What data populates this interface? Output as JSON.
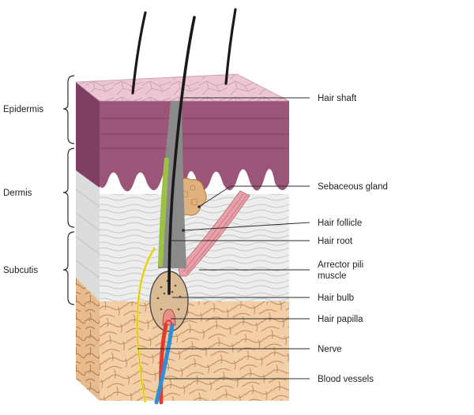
{
  "layers": [
    {
      "id": "epidermis",
      "label": "Epidermis"
    },
    {
      "id": "dermis",
      "label": "Dermis"
    },
    {
      "id": "subcutis",
      "label": "Subcutis"
    }
  ],
  "callouts": [
    {
      "id": "hair-shaft",
      "lines": [
        "Hair shaft"
      ]
    },
    {
      "id": "sebaceous-gland",
      "lines": [
        "Sebaceous gland"
      ]
    },
    {
      "id": "hair-follicle",
      "lines": [
        "Hair follicle"
      ]
    },
    {
      "id": "hair-root",
      "lines": [
        "Hair root"
      ]
    },
    {
      "id": "arrector-pili-muscle",
      "lines": [
        "Arrector pili",
        "muscle"
      ]
    },
    {
      "id": "hair-bulb",
      "lines": [
        "Hair bulb"
      ]
    },
    {
      "id": "hair-papilla",
      "lines": [
        "Hair papilla"
      ]
    },
    {
      "id": "nerve",
      "lines": [
        "Nerve"
      ]
    },
    {
      "id": "blood-vessels",
      "lines": [
        "Blood vessels"
      ]
    }
  ],
  "colors": {
    "epidermis_top": "#ecc6d2",
    "epidermis_dark": "#9b5578",
    "dermis": "#ededed",
    "subcutis_fat": "#f3cfa8",
    "hair": "#1a1a1a",
    "nerve": "#f2e23a",
    "artery": "#e53b2f",
    "vein": "#2e8fd6",
    "muscle": "#e9a0a8",
    "gland": "#e2b27e",
    "follicle": "#9cc245"
  }
}
